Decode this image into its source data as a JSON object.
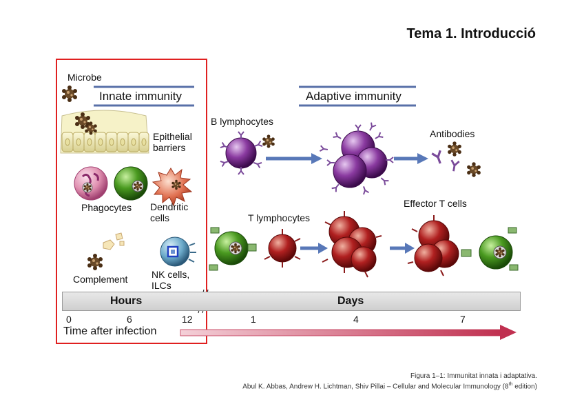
{
  "title": "Tema 1. Introducció",
  "labels": {
    "microbe": "Microbe",
    "innate": "Innate immunity",
    "adaptive": "Adaptive immunity",
    "epithelial": "Epithelial\nbarriers",
    "phagocytes": "Phagocytes",
    "dendritic": "Dendritic\ncells",
    "complement": "Complement",
    "nk": "NK cells,\nILCs",
    "b_lymph": "B lymphocytes",
    "antibodies": "Antibodies",
    "t_lymph": "T lymphocytes",
    "effector": "Effector T cells"
  },
  "timeline": {
    "hours": "Hours",
    "days": "Days",
    "ticks": [
      "0",
      "6",
      "12",
      "1",
      "4",
      "7"
    ],
    "axis_label": "Time after infection"
  },
  "caption": {
    "line1": "Figura 1–1: Immunitat innata i adaptativa.",
    "line2_pre": "Abul K. Abbas, Andrew H. Lichtman, Shiv Pillai – Cellular and Molecular Immunology (8",
    "line2_sup": "th",
    "line2_post": " edition)"
  },
  "colors": {
    "frame": "#e02020",
    "arrow": "#5878b8",
    "b_cell": "#7a2a8a",
    "t_cell": "#a82020",
    "macrophage": "#3a8a20",
    "microbe": "#5a3a20"
  }
}
